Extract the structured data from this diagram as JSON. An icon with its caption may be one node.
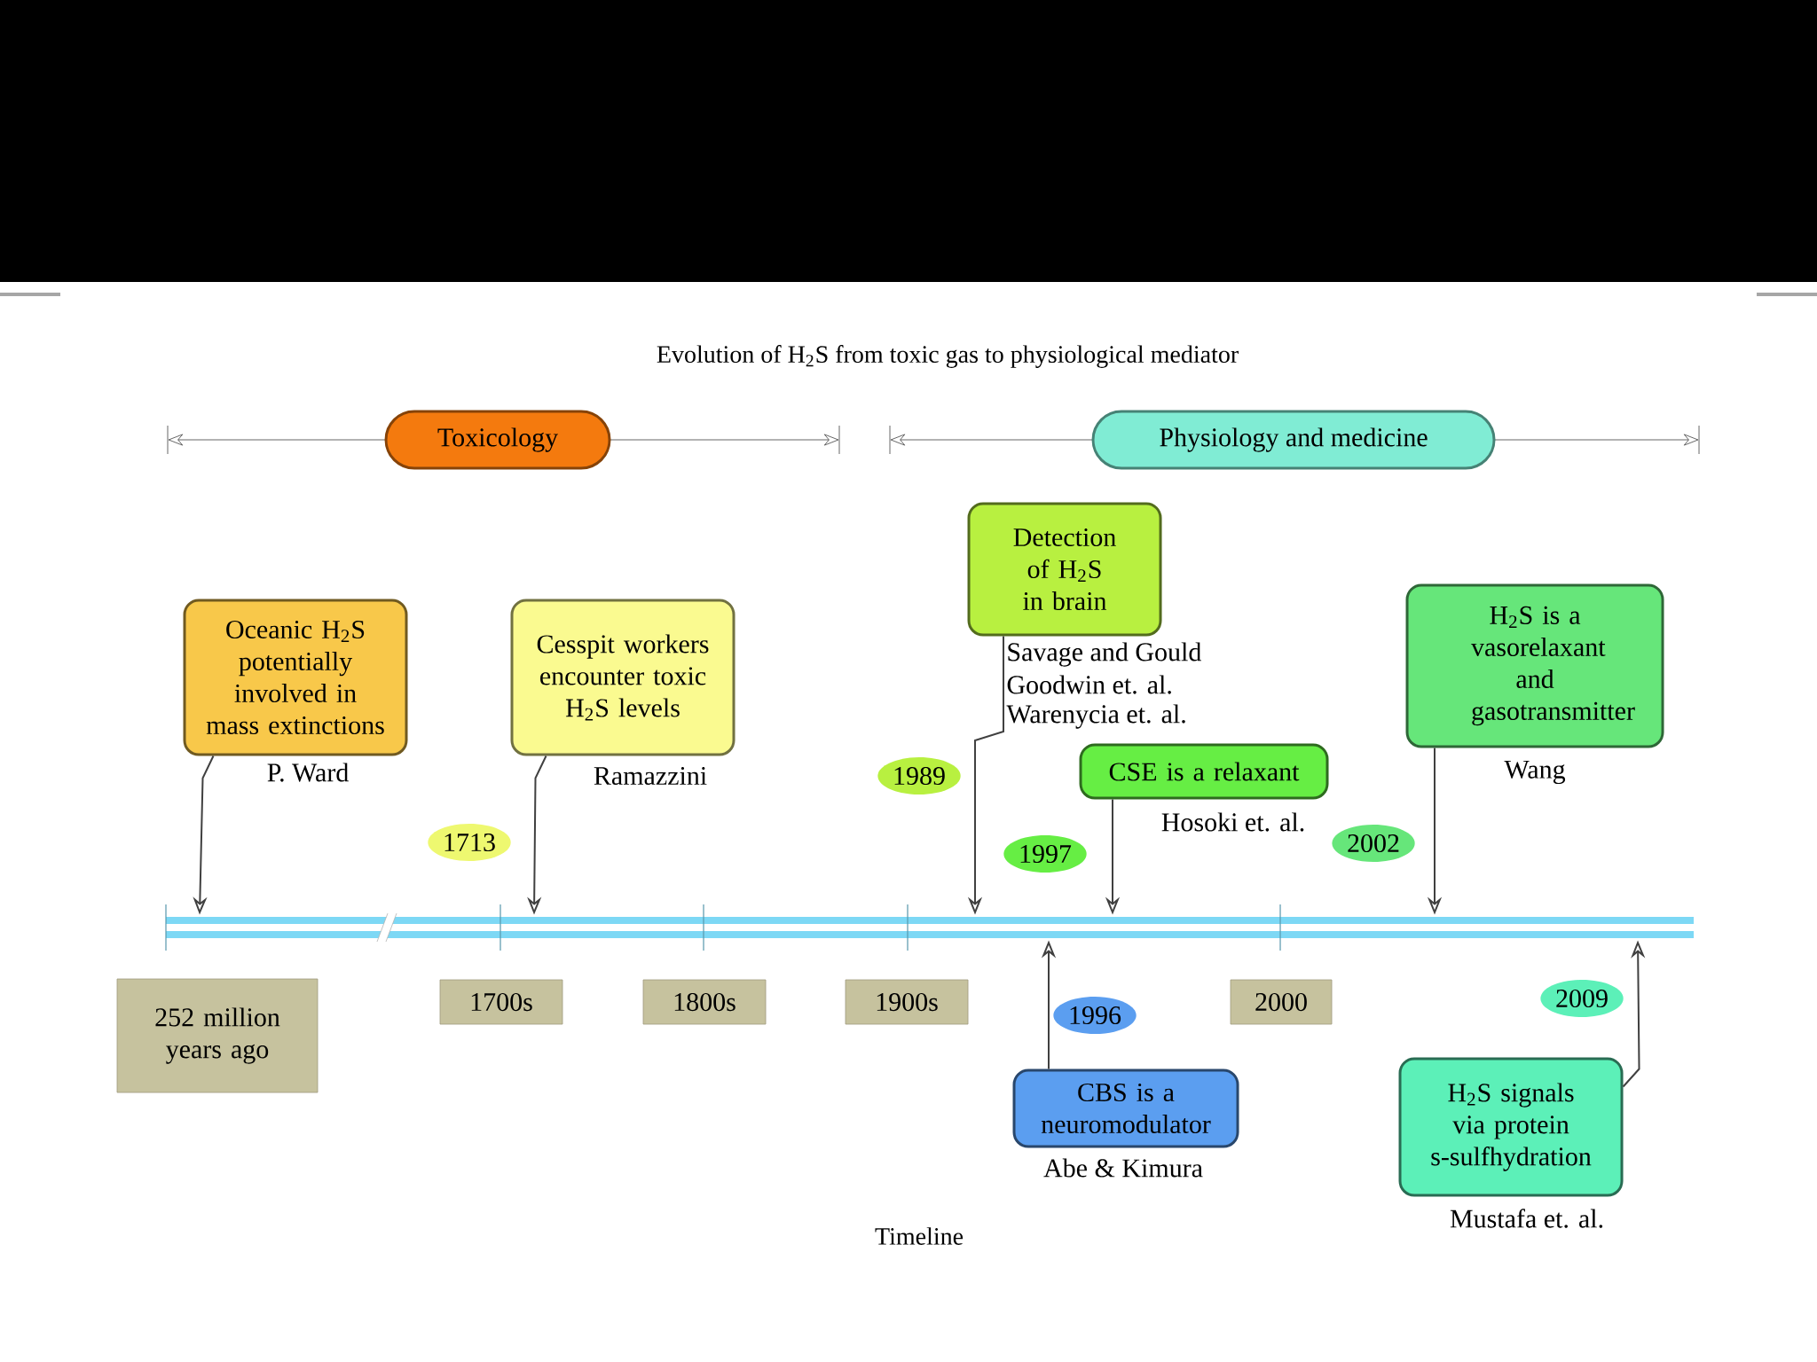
{
  "diagram": {
    "title": "Evolution of H$_{2}$S from toxic gas to physiological mediator",
    "caption": "Timeline",
    "nodes": [
      {
        "text": [
          "Toxicology"
        ]
      },
      {
        "text": [
          "Physiology and medicine"
        ]
      },
      {
        "text": [
          "Oceanic H$_{2}$S potentially involved in mass extinctions"
        ],
        "beside": [
          "P. Ward"
        ]
      },
      {
        "text": [
          "Cesspit workers encounter toxic H$_{2}$S levels"
        ],
        "beside": [
          "Ramazzini"
        ]
      },
      {
        "text": [
          "Detection of H$_{2}$S in brain"
        ],
        "beside": [
          "Savage and Gould",
          "Goodwin et. al.",
          "Warenycia et. al."
        ]
      },
      {
        "text": [
          "CSE is a relaxant"
        ],
        "beside": [
          "Hosoki et. al."
        ]
      },
      {
        "text": [
          "H$_{2}$S is a vasorelaxant and gasotransmitter"
        ],
        "beside": [
          "Wang"
        ]
      },
      {
        "text": [
          "CBS is a neuromodulator"
        ],
        "beside": [
          "Abe & Kimura"
        ]
      },
      {
        "text": [
          "H$_{2}$S signals via protein s-sulfhydration"
        ],
        "beside": [
          "Mustafa et. al."
        ]
      },
      {
        "text": [
          "1713"
        ]
      },
      {
        "text": [
          "1989"
        ]
      },
      {
        "text": [
          "1997"
        ]
      },
      {
        "text": [
          "2002"
        ]
      },
      {
        "text": [
          "1996"
        ]
      },
      {
        "text": [
          "2009"
        ]
      },
      {
        "text": [
          "252 million years ago"
        ]
      },
      {
        "text": [
          "1700s"
        ]
      },
      {
        "text": [
          "1800s"
        ]
      },
      {
        "text": [
          "1900s"
        ]
      },
      {
        "text": [
          "2000"
        ]
      },
      {
        "text": [],
        "shape": "bar"
      }
    ],
    "edges": [
      {
        "from": 2,
        "to": 20,
        "arrow": "to"
      },
      {
        "from": 3,
        "to": 20,
        "arrow": "to"
      },
      {
        "from": 4,
        "to": 20,
        "arrow": "to"
      },
      {
        "from": 5,
        "to": 20,
        "arrow": "to"
      },
      {
        "from": 6,
        "to": 20,
        "arrow": "to"
      },
      {
        "from": 7,
        "to": 20,
        "arrow": "to"
      },
      {
        "from": 8,
        "to": 20,
        "arrow": "to"
      }
    ]
  }
}
